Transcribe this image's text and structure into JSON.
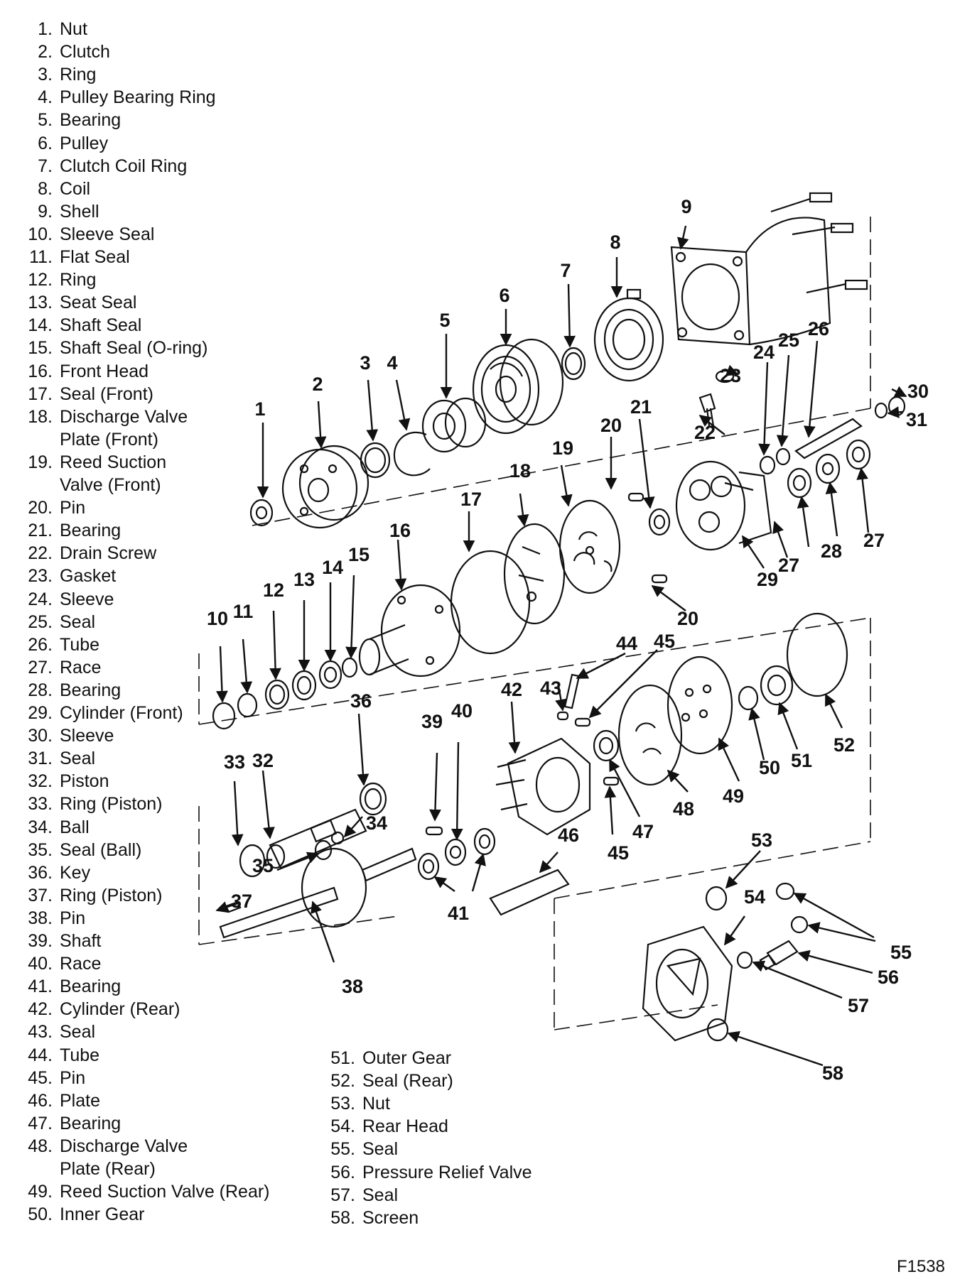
{
  "legend_left": [
    {
      "num": "1.",
      "label": "Nut"
    },
    {
      "num": "2.",
      "label": "Clutch"
    },
    {
      "num": "3.",
      "label": "Ring"
    },
    {
      "num": "4.",
      "label": "Pulley Bearing Ring"
    },
    {
      "num": "5.",
      "label": "Bearing"
    },
    {
      "num": "6.",
      "label": "Pulley"
    },
    {
      "num": "7.",
      "label": "Clutch Coil Ring"
    },
    {
      "num": "8.",
      "label": "Coil"
    },
    {
      "num": "9.",
      "label": "Shell"
    },
    {
      "num": "10.",
      "label": "Sleeve Seal"
    },
    {
      "num": "11.",
      "label": "Flat Seal"
    },
    {
      "num": "12.",
      "label": "Ring"
    },
    {
      "num": "13.",
      "label": "Seat Seal"
    },
    {
      "num": "14.",
      "label": "Shaft Seal"
    },
    {
      "num": "15.",
      "label": "Shaft Seal (O-ring)"
    },
    {
      "num": "16.",
      "label": "Front Head"
    },
    {
      "num": "17.",
      "label": "Seal (Front)"
    },
    {
      "num": "18.",
      "label": "Discharge Valve",
      "cont": "Plate (Front)"
    },
    {
      "num": "19.",
      "label": "Reed Suction",
      "cont": "Valve (Front)"
    },
    {
      "num": "20.",
      "label": "Pin"
    },
    {
      "num": "21.",
      "label": "Bearing"
    },
    {
      "num": "22.",
      "label": "Drain Screw"
    },
    {
      "num": "23.",
      "label": "Gasket"
    },
    {
      "num": "24.",
      "label": "Sleeve"
    },
    {
      "num": "25.",
      "label": "Seal"
    },
    {
      "num": "26.",
      "label": "Tube"
    },
    {
      "num": "27.",
      "label": "Race"
    },
    {
      "num": "28.",
      "label": "Bearing"
    },
    {
      "num": "29.",
      "label": "Cylinder (Front)"
    },
    {
      "num": "30.",
      "label": "Sleeve"
    },
    {
      "num": "31.",
      "label": "Seal"
    },
    {
      "num": "32.",
      "label": "Piston"
    },
    {
      "num": "33.",
      "label": "Ring (Piston)"
    },
    {
      "num": "34.",
      "label": "Ball"
    },
    {
      "num": "35.",
      "label": "Seal (Ball)"
    },
    {
      "num": "36.",
      "label": "Key"
    },
    {
      "num": "37.",
      "label": "Ring (Piston)"
    },
    {
      "num": "38.",
      "label": "Pin"
    },
    {
      "num": "39.",
      "label": "Shaft"
    },
    {
      "num": "40.",
      "label": "Race"
    },
    {
      "num": "41.",
      "label": "Bearing"
    },
    {
      "num": "42.",
      "label": "Cylinder (Rear)"
    },
    {
      "num": "43.",
      "label": "Seal"
    },
    {
      "num": "44.",
      "label": "Tube"
    },
    {
      "num": "45.",
      "label": "Pin"
    },
    {
      "num": "46.",
      "label": "Plate"
    },
    {
      "num": "47.",
      "label": "Bearing"
    },
    {
      "num": "48.",
      "label": "Discharge Valve",
      "cont": "Plate (Rear)"
    },
    {
      "num": "49.",
      "label": "Reed Suction Valve (Rear)"
    },
    {
      "num": "50.",
      "label": "Inner Gear"
    }
  ],
  "legend_right": [
    {
      "num": "51.",
      "label": "Outer Gear"
    },
    {
      "num": "52.",
      "label": "Seal (Rear)"
    },
    {
      "num": "53.",
      "label": "Nut"
    },
    {
      "num": "54.",
      "label": "Rear Head"
    },
    {
      "num": "55.",
      "label": "Seal"
    },
    {
      "num": "56.",
      "label": "Pressure Relief Valve"
    },
    {
      "num": "57.",
      "label": "Seal"
    },
    {
      "num": "58.",
      "label": "Screen"
    }
  ],
  "callouts": [
    "1",
    "2",
    "3",
    "4",
    "5",
    "6",
    "7",
    "8",
    "9",
    "10",
    "11",
    "12",
    "13",
    "14",
    "15",
    "16",
    "17",
    "18",
    "19",
    "20",
    "20",
    "21",
    "22",
    "23",
    "24",
    "25",
    "26",
    "27",
    "27",
    "28",
    "29",
    "30",
    "31",
    "32",
    "33",
    "34",
    "35",
    "36",
    "37",
    "38",
    "39",
    "40",
    "41",
    "42",
    "43",
    "44",
    "45",
    "45",
    "46",
    "47",
    "48",
    "49",
    "50",
    "51",
    "52",
    "53",
    "54",
    "55",
    "56",
    "57",
    "58"
  ],
  "figure_id": "F1538"
}
